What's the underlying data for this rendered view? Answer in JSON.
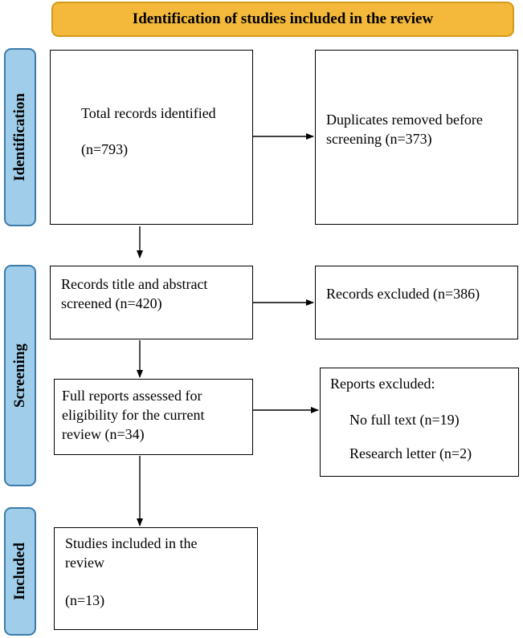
{
  "header": {
    "title": "Identification of studies included in the review"
  },
  "stages": {
    "identification": "Identification",
    "screening": "Screening",
    "included": "Included"
  },
  "boxes": {
    "total_records": {
      "label": "Total records identified",
      "count": "(n=793)"
    },
    "duplicates": {
      "label": "Duplicates removed before\nscreening (n=373)"
    },
    "screened": {
      "label": "Records title and abstract\nscreened (n=420)"
    },
    "records_excluded": {
      "label": "Records excluded (n=386)"
    },
    "full_reports": {
      "label": "Full reports assessed for\neligibility for the current\nreview (n=34)"
    },
    "reports_excluded": {
      "title": "Reports excluded:",
      "items": [
        "No full text (n=19)",
        "Research letter (n=2)"
      ]
    },
    "included_studies": {
      "label": "Studies included in the\nreview",
      "count": "(n=13)"
    }
  },
  "colors": {
    "banner": "#f4b93b",
    "banner_border": "#d29a1a",
    "stage": "#9fcdea",
    "stage_border": "#3d7ba8"
  }
}
